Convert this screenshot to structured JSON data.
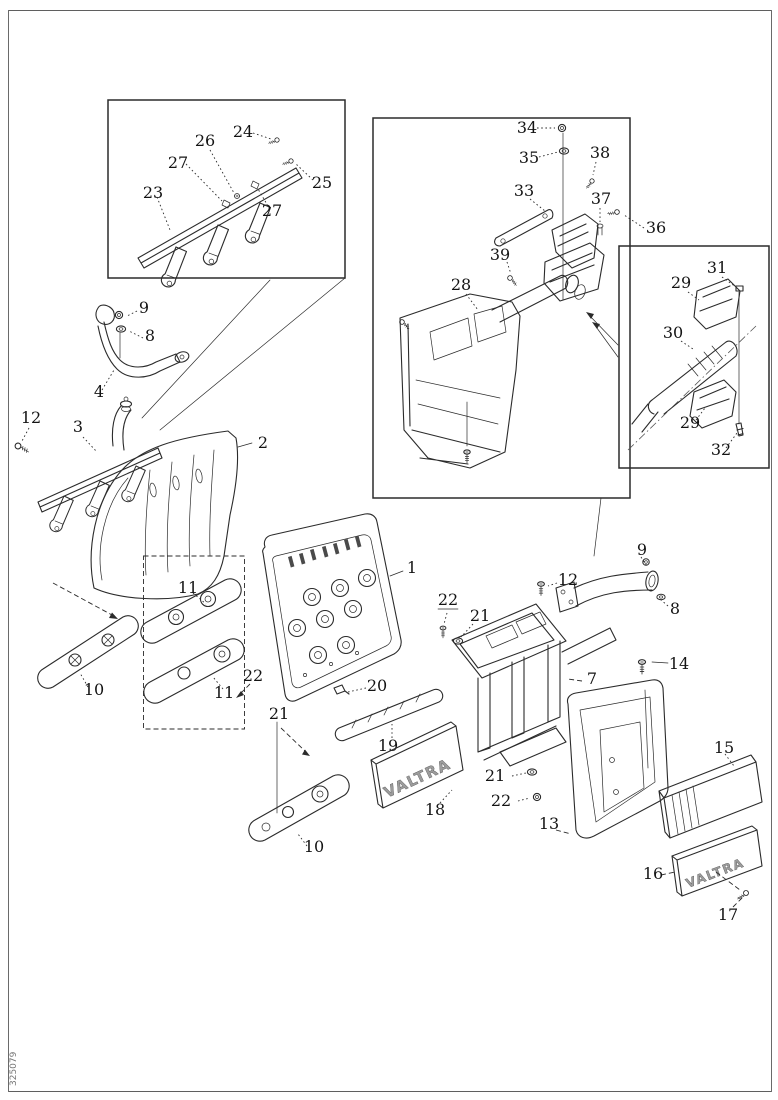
{
  "callouts": {
    "c1": "1",
    "c2": "2",
    "c3": "3",
    "c4": "4",
    "c7": "7",
    "c8": "8",
    "c9": "9",
    "c10": "10",
    "c11": "11",
    "c12": "12",
    "c13": "13",
    "c14": "14",
    "c15": "15",
    "c16": "16",
    "c17": "17",
    "c18": "18",
    "c19": "19",
    "c20": "20",
    "c21": "21",
    "c22": "22",
    "c23": "23",
    "c24": "24",
    "c25": "25",
    "c26": "26",
    "c27": "27",
    "c28": "28",
    "c29": "29",
    "c30": "30",
    "c31": "31",
    "c32": "32",
    "c33": "33",
    "c34": "34",
    "c35": "35",
    "c36": "36",
    "c37": "37",
    "c38": "38",
    "c39": "39"
  },
  "badge": {
    "text": "VALTRA"
  },
  "meta": {
    "doc_code": "325079"
  },
  "colors": {
    "line": "#2b2b2b",
    "label": "#141414",
    "background": "#ffffff"
  }
}
